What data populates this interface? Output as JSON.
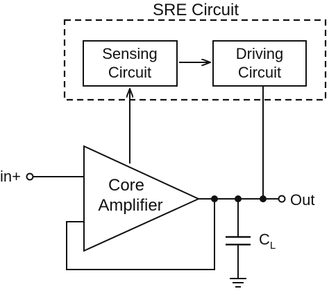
{
  "diagram": {
    "group_label": "SRE Circuit",
    "blocks": {
      "sensing": {
        "line1": "Sensing",
        "line2": "Circuit"
      },
      "driving": {
        "line1": "Driving",
        "line2": "Circuit"
      },
      "amplifier": {
        "line1": "Core",
        "line2": "Amplifier"
      }
    },
    "ports": {
      "input": "in+",
      "output": "Out"
    },
    "capacitor": {
      "name": "C",
      "subscript": "L"
    }
  }
}
